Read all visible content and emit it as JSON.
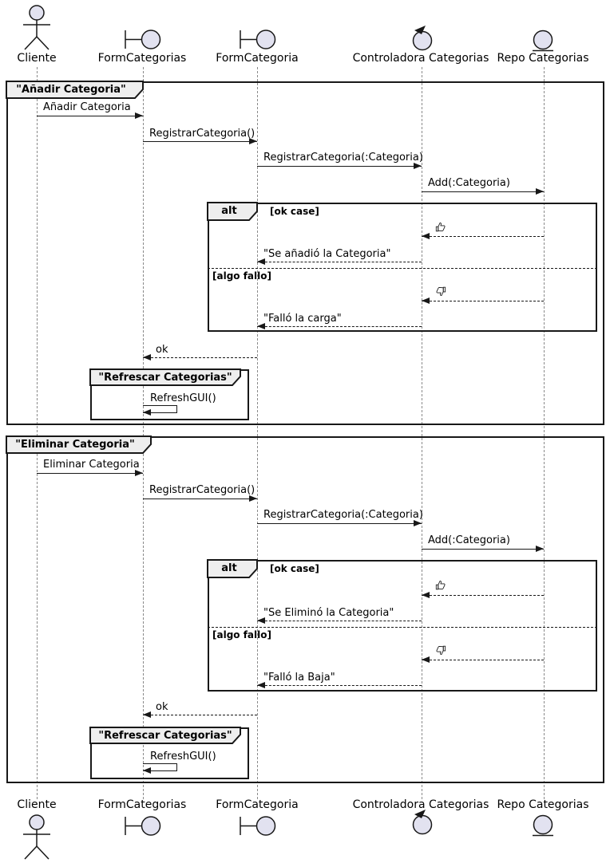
{
  "diagram_type": "uml-sequence-diagram",
  "participants": [
    {
      "name": "Cliente",
      "icon": "actor"
    },
    {
      "name": "FormCategorias",
      "icon": "boundary"
    },
    {
      "name": "FormCategoria",
      "icon": "boundary"
    },
    {
      "name": "Controladora Categorias",
      "icon": "control"
    },
    {
      "name": "Repo Categorias",
      "icon": "entity"
    }
  ],
  "sections": [
    {
      "title": "\"Añadir Categoria\"",
      "messages": {
        "m1": "Añadir Categoria",
        "m2": "RegistrarCategoria()",
        "m3": "RegistrarCategoria(:Categoria)",
        "m4": "Add(:Categoria)",
        "ok_reply": "\"Se añadió la Categoria\"",
        "fail_reply": "\"Falló la carga\"",
        "ok": "ok",
        "refresh": "RefreshGUI()"
      },
      "alt": {
        "operator": "alt",
        "ok_guard": "[ok case]",
        "fail_guard": "[algo fallo]"
      },
      "inner_frame_title": "\"Refrescar Categorias\""
    },
    {
      "title": "\"Eliminar Categoria\"",
      "messages": {
        "m1": "Eliminar Categoria",
        "m2": "RegistrarCategoria()",
        "m3": "RegistrarCategoria(:Categoria)",
        "m4": "Add(:Categoria)",
        "ok_reply": "\"Se Eliminó la Categoria\"",
        "fail_reply": "\"Falló la Baja\"",
        "ok": "ok",
        "refresh": "RefreshGUI()"
      },
      "alt": {
        "operator": "alt",
        "ok_guard": "[ok case]",
        "fail_guard": "[algo fallo]"
      },
      "inner_frame_title": "\"Refrescar Categorias\""
    }
  ],
  "icons": {
    "ok_result": "thumbs-up",
    "fail_result": "thumbs-down"
  },
  "colors": {
    "shape_fill": "#E2E2F0",
    "line": "#181818",
    "frame_tab_fill": "#EEEEEE",
    "lifeline": "#8A8A8A"
  }
}
